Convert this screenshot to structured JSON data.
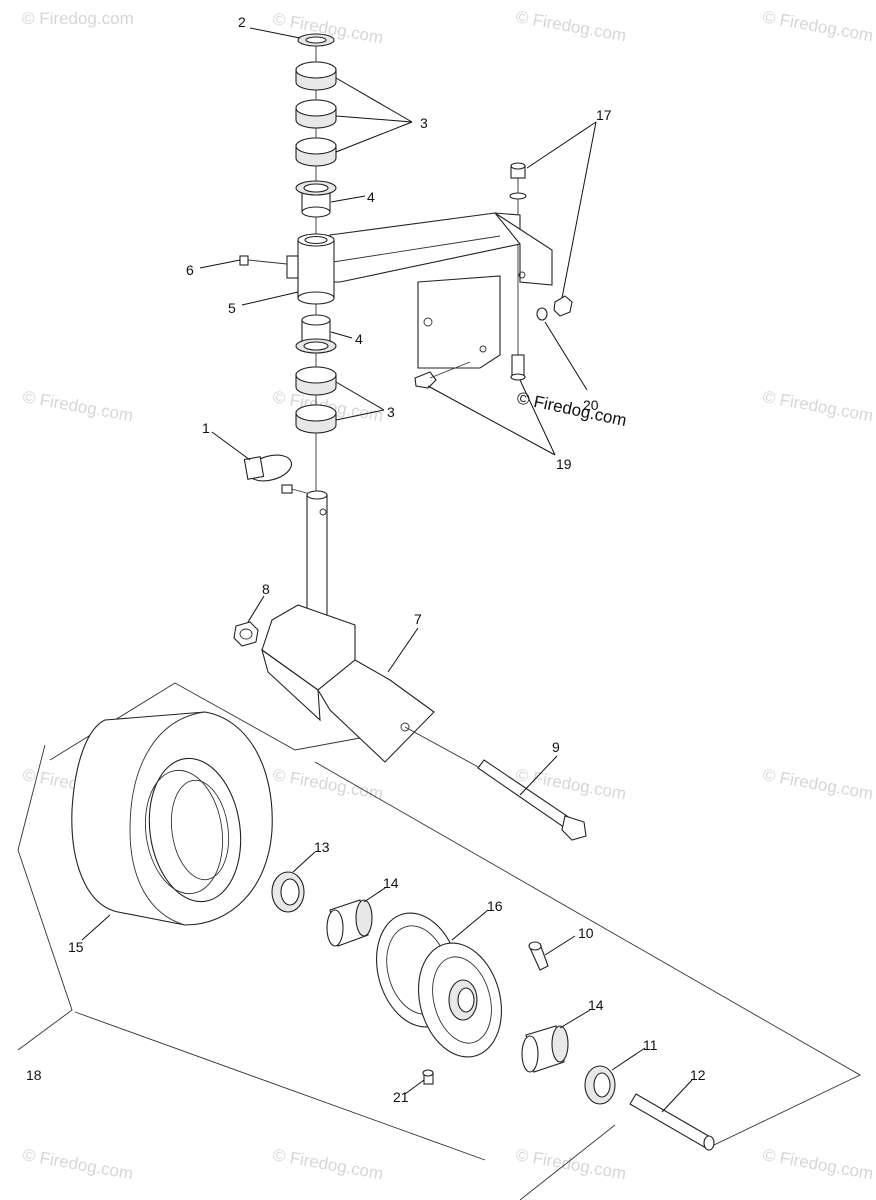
{
  "colors": {
    "line": "#222222",
    "watermark": "#d6d6d6",
    "background": "#ffffff"
  },
  "watermark": {
    "text": "© Firedog.com",
    "main_text": "© Firedog.com"
  },
  "callouts": [
    {
      "id": "c1",
      "label": "1"
    },
    {
      "id": "c2",
      "label": "2"
    },
    {
      "id": "c3a",
      "label": "3"
    },
    {
      "id": "c3b",
      "label": "3"
    },
    {
      "id": "c4a",
      "label": "4"
    },
    {
      "id": "c4b",
      "label": "4"
    },
    {
      "id": "c5",
      "label": "5"
    },
    {
      "id": "c6",
      "label": "6"
    },
    {
      "id": "c7",
      "label": "7"
    },
    {
      "id": "c8",
      "label": "8"
    },
    {
      "id": "c9",
      "label": "9"
    },
    {
      "id": "c10",
      "label": "10"
    },
    {
      "id": "c11",
      "label": "11"
    },
    {
      "id": "c12",
      "label": "12"
    },
    {
      "id": "c13",
      "label": "13"
    },
    {
      "id": "c14a",
      "label": "14"
    },
    {
      "id": "c14b",
      "label": "14"
    },
    {
      "id": "c15",
      "label": "15"
    },
    {
      "id": "c16",
      "label": "16"
    },
    {
      "id": "c17",
      "label": "17"
    },
    {
      "id": "c18",
      "label": "18"
    },
    {
      "id": "c19",
      "label": "19"
    },
    {
      "id": "c20",
      "label": "20"
    },
    {
      "id": "c21",
      "label": "21"
    }
  ]
}
